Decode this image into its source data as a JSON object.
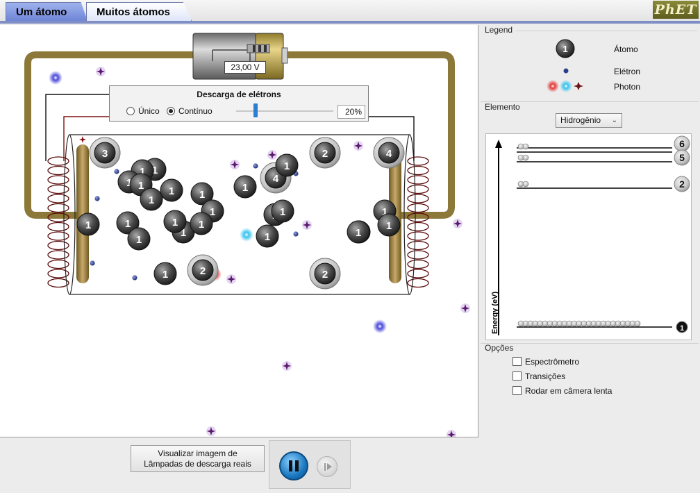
{
  "tabs": [
    {
      "label": "Um átomo",
      "active": false
    },
    {
      "label": "Muitos átomos",
      "active": true
    }
  ],
  "logo": "PhET",
  "battery": {
    "voltage": "23,00 V"
  },
  "discharge": {
    "title": "Descarga de elétrons",
    "mode_single": "Único",
    "mode_continuous": "Contínuo",
    "selected_mode": "Contínuo",
    "rate_fraction": 0.2,
    "rate_label": "20%"
  },
  "atoms": [
    {
      "level": "3"
    },
    {
      "level": "2"
    },
    {
      "level": "4"
    },
    {
      "level": "1"
    },
    {
      "level": "1"
    },
    {
      "level": "1"
    },
    {
      "level": "1"
    },
    {
      "level": "1"
    },
    {
      "level": "1"
    },
    {
      "level": "1"
    },
    {
      "level": "1"
    },
    {
      "level": "1"
    },
    {
      "level": "4"
    },
    {
      "level": "1"
    },
    {
      "level": "1"
    },
    {
      "level": "1"
    },
    {
      "level": "1"
    },
    {
      "level": "1"
    },
    {
      "level": "1"
    },
    {
      "level": "1"
    },
    {
      "level": "1"
    },
    {
      "level": "1"
    },
    {
      "level": "1"
    },
    {
      "level": "2"
    },
    {
      "level": "1"
    },
    {
      "level": "1"
    },
    {
      "level": "1"
    },
    {
      "level": "2"
    },
    {
      "level": "1"
    },
    {
      "level": "1"
    }
  ],
  "legend": {
    "title": "Legend",
    "atom_badge": "1",
    "atom_label": "Átomo",
    "electron_label": "Elétron",
    "photon_label": "Photon"
  },
  "element": {
    "title": "Elemento",
    "selected": "Hidrogênio"
  },
  "energy_diagram": {
    "axis_label": "Energy (eV)",
    "levels": [
      {
        "label": "6",
        "electrons": 2
      },
      {
        "label": "5",
        "electrons": 2
      },
      {
        "label": "2",
        "electrons": 2
      },
      {
        "label": "1",
        "electrons": 25
      }
    ]
  },
  "options": {
    "title": "Opções",
    "items": [
      {
        "label": "Espectrômetro",
        "checked": false
      },
      {
        "label": "Transições",
        "checked": false
      },
      {
        "label": "Rodar em câmera lenta",
        "checked": false
      }
    ]
  },
  "bottom": {
    "view_real_line1": "Visualizar imagem de",
    "view_real_line2": "Lâmpadas de descarga reais"
  },
  "colors": {
    "wire": "#8c7838",
    "electron": "#2d3d8a",
    "photon_purple": "#7d2a8e",
    "photon_blue": "#4a4adc",
    "photon_cyan": "#38c4f0",
    "photon_red": "#e63a3a",
    "atom_dark": "#4a4a4a",
    "atom_light": "#b8b8b8",
    "tab_bar_accent": "#7f8ec4"
  }
}
